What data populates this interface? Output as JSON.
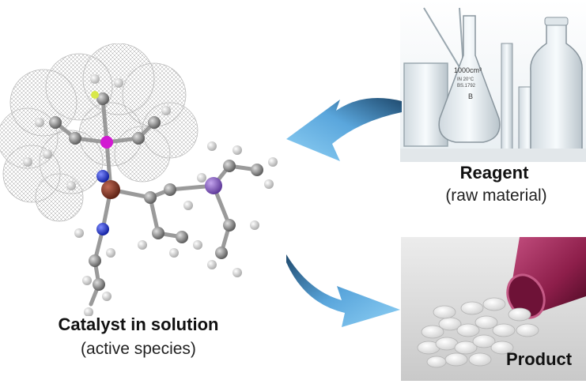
{
  "reagent": {
    "title": "Reagent",
    "subtitle": "(raw material)"
  },
  "catalyst": {
    "title": "Catalyst in solution",
    "subtitle": "(active species)"
  },
  "product": {
    "title": "Product"
  },
  "flask_label": {
    "line1": "1000cm³",
    "line2": "IN 20°C",
    "line3": "BS.1792",
    "line4": "B"
  },
  "colors": {
    "arrow": "#6fb8ea",
    "arrow_dark": "#1f4a6e",
    "bottle": "#8d1e4a",
    "metal": "#8b3a2a",
    "phosphorus": "#8a5bc4",
    "nitrogen": "#1a2fd1",
    "carbon": "#8a8a8a"
  },
  "icons": [
    "molecule-illustration",
    "glassware-photo",
    "pills-photo",
    "curved-arrow-icon"
  ]
}
